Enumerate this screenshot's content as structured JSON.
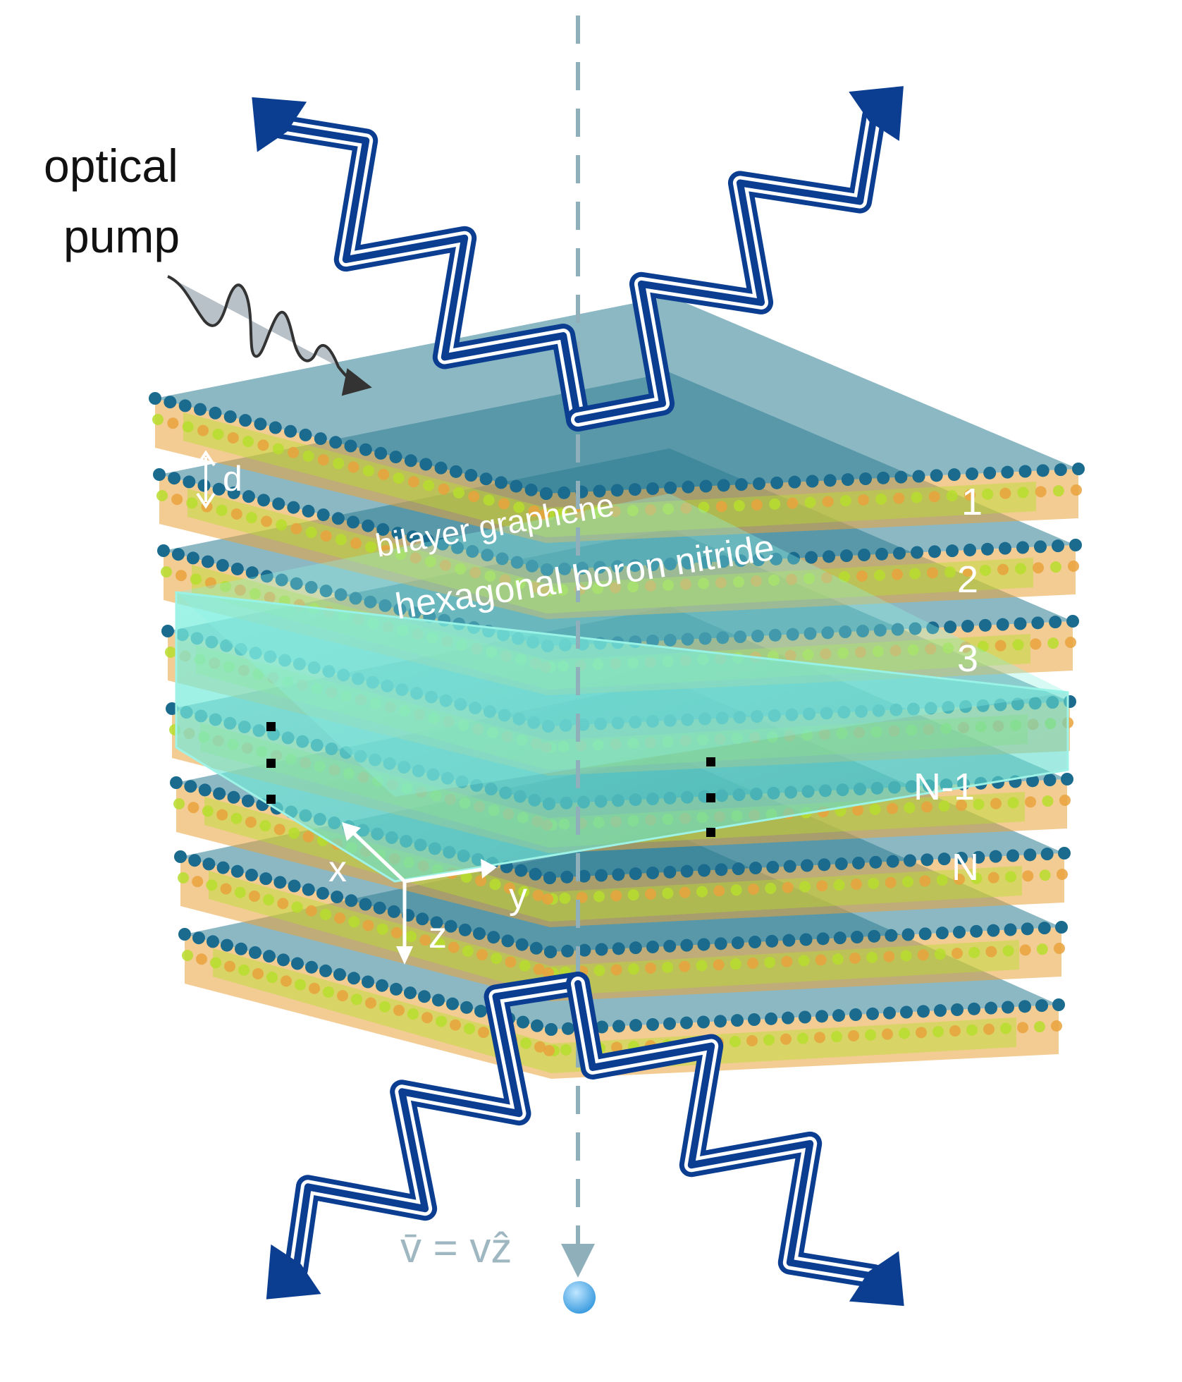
{
  "labels": {
    "pump_line1": "optical",
    "pump_line2": "pump",
    "spacing": "d",
    "material_top": "bilayer graphene",
    "material_bottom": "hexagonal boron nitride",
    "layer_1": "1",
    "layer_2": "2",
    "layer_3": "3",
    "layer_n_minus_1": "N-1",
    "layer_n": "N",
    "axis_x": "x",
    "axis_y": "y",
    "axis_z": "z",
    "velocity": "v̄ = vẑ"
  },
  "colors": {
    "photon": "#0b3e91",
    "carbon": "#1a6b8e",
    "boron": "#e9a23c",
    "nitrogen": "#b7dd2e",
    "cavity": "#6fe8d6",
    "trajectory": "#8fb0bb",
    "electron": "#5fb6ec"
  }
}
